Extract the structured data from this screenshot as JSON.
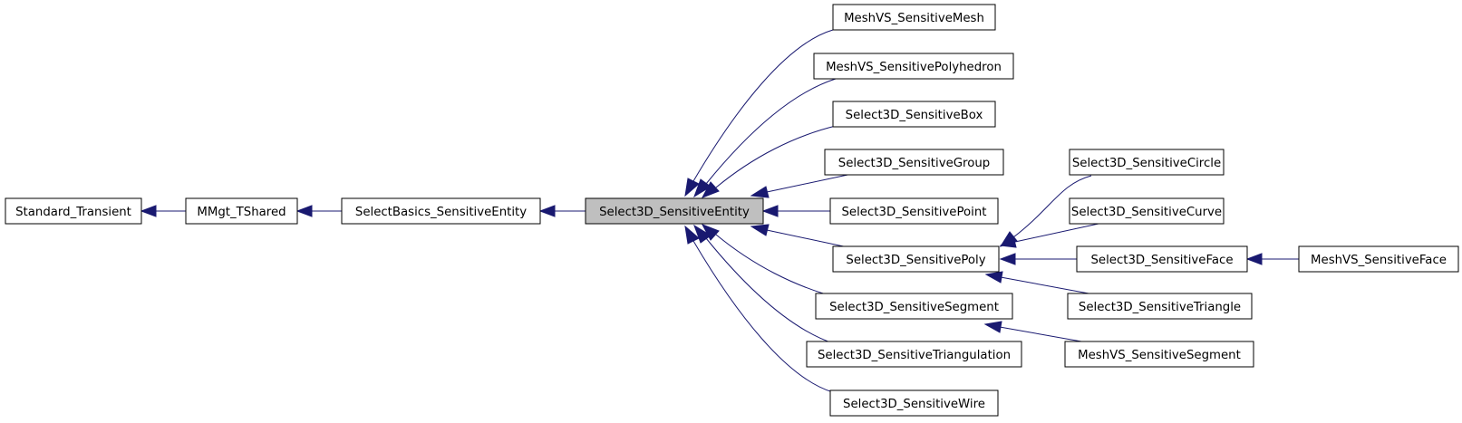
{
  "diagram": {
    "type": "inheritance-graph",
    "current_class": "Select3D_SensitiveEntity",
    "nodes": {
      "standard_transient": "Standard_Transient",
      "mmgt_tshared": "MMgt_TShared",
      "selectbasics_sensitiveentity": "SelectBasics_SensitiveEntity",
      "select3d_sensitiveentity": "Select3D_SensitiveEntity",
      "meshvs_sensitivemesh": "MeshVS_SensitiveMesh",
      "meshvs_sensitivepolyhedron": "MeshVS_SensitivePolyhedron",
      "select3d_sensitivebox": "Select3D_SensitiveBox",
      "select3d_sensitivegroup": "Select3D_SensitiveGroup",
      "select3d_sensitivepoint": "Select3D_SensitivePoint",
      "select3d_sensitivepoly": "Select3D_SensitivePoly",
      "select3d_sensitivesegment": "Select3D_SensitiveSegment",
      "select3d_sensitivetriangulation": "Select3D_SensitiveTriangulation",
      "select3d_sensitivewire": "Select3D_SensitiveWire",
      "select3d_sensitivecircle": "Select3D_SensitiveCircle",
      "select3d_sensitivecurve": "Select3D_SensitiveCurve",
      "select3d_sensitiveface": "Select3D_SensitiveFace",
      "select3d_sensitivetriangle": "Select3D_SensitiveTriangle",
      "meshvs_sensitivesegment": "MeshVS_SensitiveSegment",
      "meshvs_sensitiveface": "MeshVS_SensitiveFace"
    },
    "edges": [
      [
        "mmgt_tshared",
        "standard_transient"
      ],
      [
        "selectbasics_sensitiveentity",
        "mmgt_tshared"
      ],
      [
        "select3d_sensitiveentity",
        "selectbasics_sensitiveentity"
      ],
      [
        "meshvs_sensitivemesh",
        "select3d_sensitiveentity"
      ],
      [
        "meshvs_sensitivepolyhedron",
        "select3d_sensitiveentity"
      ],
      [
        "select3d_sensitivebox",
        "select3d_sensitiveentity"
      ],
      [
        "select3d_sensitivegroup",
        "select3d_sensitiveentity"
      ],
      [
        "select3d_sensitivepoint",
        "select3d_sensitiveentity"
      ],
      [
        "select3d_sensitivepoly",
        "select3d_sensitiveentity"
      ],
      [
        "select3d_sensitivesegment",
        "select3d_sensitiveentity"
      ],
      [
        "select3d_sensitivetriangulation",
        "select3d_sensitiveentity"
      ],
      [
        "select3d_sensitivewire",
        "select3d_sensitiveentity"
      ],
      [
        "select3d_sensitivecircle",
        "select3d_sensitivepoly"
      ],
      [
        "select3d_sensitivecurve",
        "select3d_sensitivepoly"
      ],
      [
        "select3d_sensitiveface",
        "select3d_sensitivepoly"
      ],
      [
        "select3d_sensitivetriangle",
        "select3d_sensitivepoly"
      ],
      [
        "meshvs_sensitivesegment",
        "select3d_sensitivesegment"
      ],
      [
        "meshvs_sensitiveface",
        "select3d_sensitiveface"
      ]
    ],
    "colors": {
      "edge": "#191970",
      "node_border": "#000000",
      "node_fill": "#ffffff",
      "current_node_fill": "#bfbfbf"
    }
  }
}
